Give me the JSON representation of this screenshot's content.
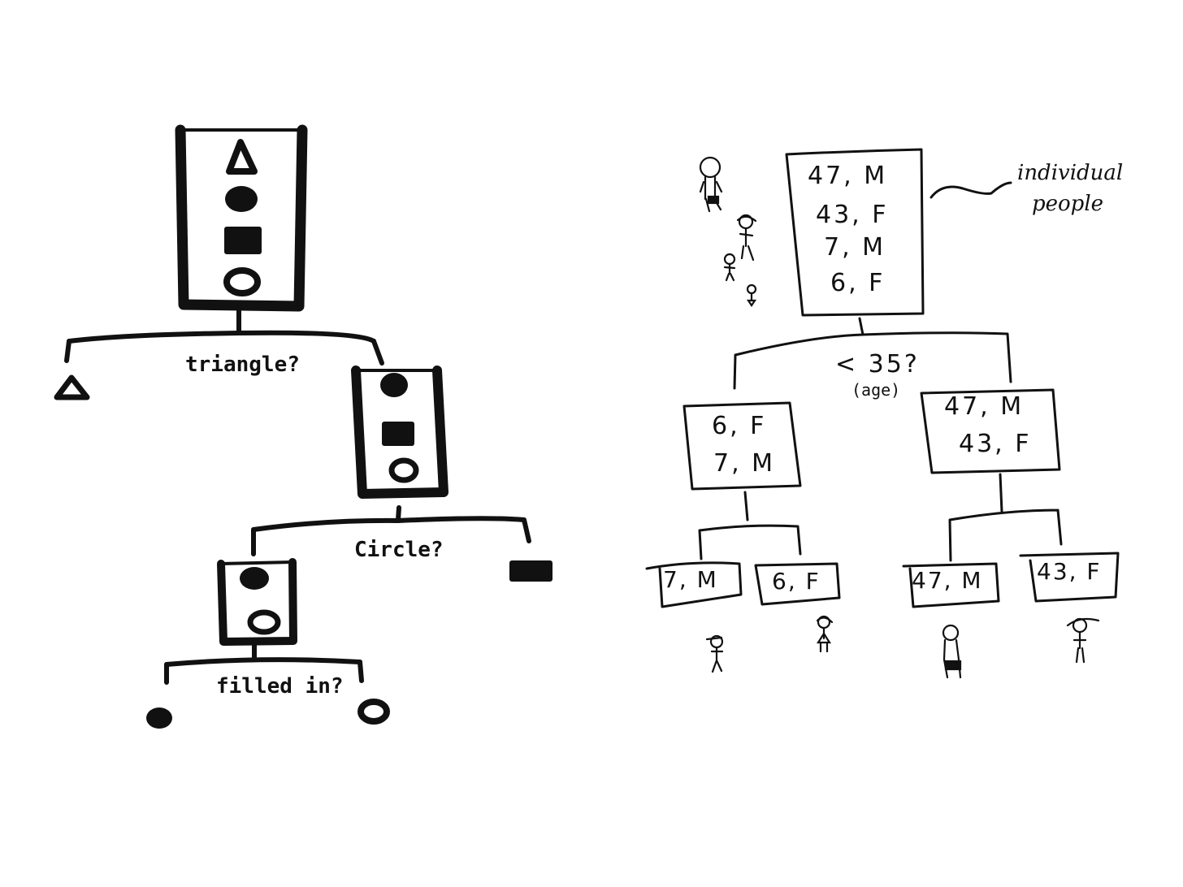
{
  "colors": {
    "ink": "#111111",
    "background": "#ffffff"
  },
  "left_tree": {
    "q1": "triangle?",
    "q2": "Circle?",
    "q3": "filled in?"
  },
  "right_tree": {
    "root": [
      "47, M",
      "43, F",
      "7, M",
      "6, F"
    ],
    "annotation_line1": "individual",
    "annotation_line2": "people",
    "split_question": "< 35?",
    "split_qualifier": "(age)",
    "left_child": [
      "6, F",
      "7, M"
    ],
    "right_child": [
      "47, M",
      "43, F"
    ],
    "leaves": [
      "7, M",
      "6, F",
      "47, M",
      "43, F"
    ]
  }
}
